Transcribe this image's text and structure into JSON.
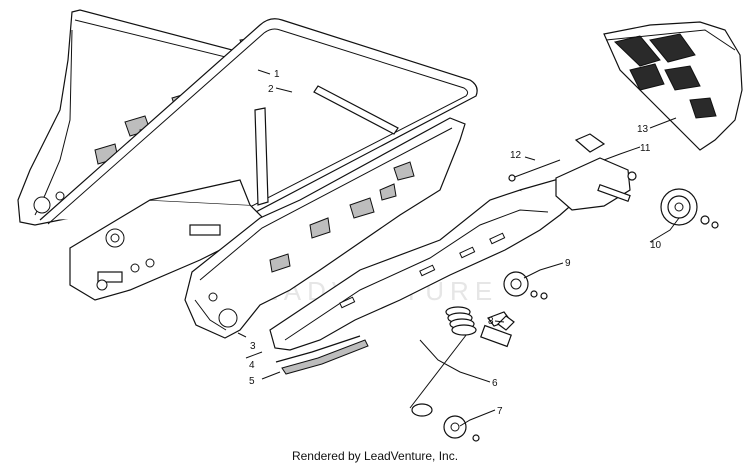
{
  "callouts": [
    {
      "n": "1"
    },
    {
      "n": "2"
    },
    {
      "n": "3"
    },
    {
      "n": "4"
    },
    {
      "n": "5"
    },
    {
      "n": "6"
    },
    {
      "n": "7"
    },
    {
      "n": "8"
    },
    {
      "n": "9"
    },
    {
      "n": "10"
    },
    {
      "n": "11"
    },
    {
      "n": "12"
    },
    {
      "n": "13"
    }
  ],
  "watermark": "LEADVENTURE",
  "footer": "Rendered by LeadVenture, Inc."
}
